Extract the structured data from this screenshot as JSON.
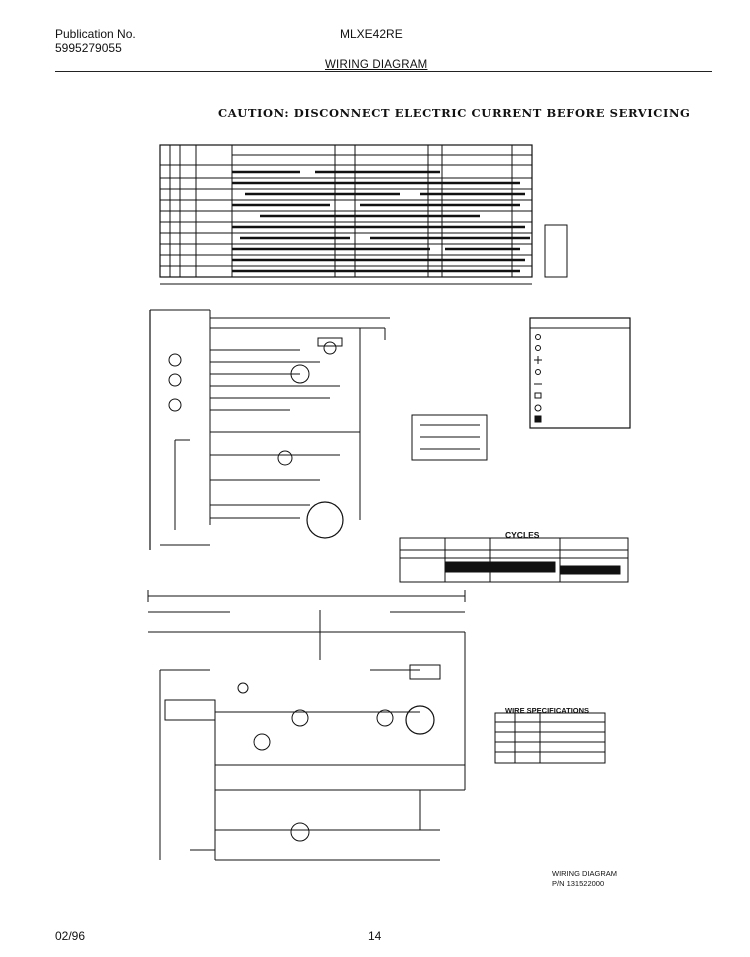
{
  "header": {
    "publication_label": "Publication No.",
    "publication_number": "5995279055",
    "model": "MLXE42RE",
    "title": "WIRING DIAGRAM"
  },
  "caution": "CAUTION: DISCONNECT ELECTRIC CURRENT BEFORE SERVICING",
  "cycles_label": "CYCLES",
  "wire_spec_label": "WIRE SPECIFICATIONS",
  "diagram_label": "WIRING DIAGRAM",
  "part_number": "P/N 131522000",
  "footer": {
    "date": "02/96",
    "page": "14"
  }
}
